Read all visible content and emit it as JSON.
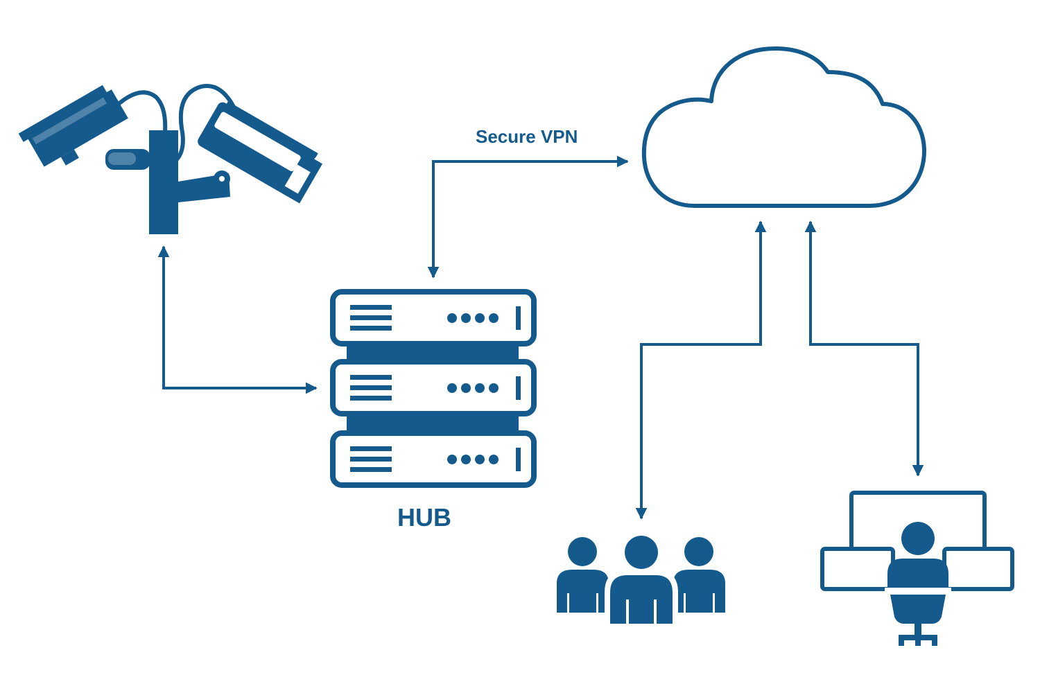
{
  "labels": {
    "vpn": "Secure VPN",
    "hub": "HUB"
  },
  "nodes": [
    {
      "id": "cameras",
      "icon": "cctv-cameras-icon"
    },
    {
      "id": "hub",
      "icon": "server-rack-icon"
    },
    {
      "id": "cloud",
      "icon": "cloud-icon"
    },
    {
      "id": "users",
      "icon": "user-group-icon"
    },
    {
      "id": "operator",
      "icon": "operator-workstation-icon"
    }
  ],
  "colors": {
    "primary": "#155a8c",
    "background": "#ffffff"
  }
}
